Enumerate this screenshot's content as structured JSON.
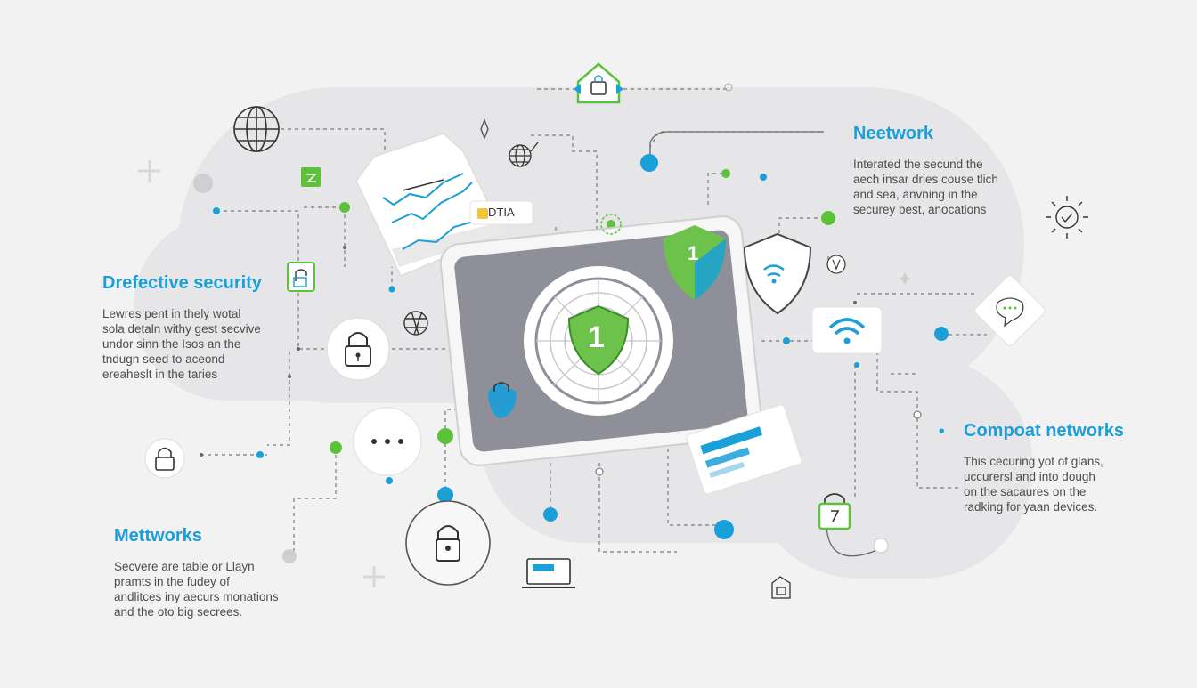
{
  "colors": {
    "background": "#f2f2f3",
    "cloud": "#e6e6e8",
    "accent_blue": "#1a9fd8",
    "accent_green": "#5cc23a",
    "line": "#7a7a7a",
    "tablet_screen": "#8e8f98"
  },
  "blocks": {
    "directive": {
      "title": "Drefective security",
      "lines": [
        "Lewres pent in thely wotal",
        "sola detaln withy gest secvive",
        "undor sinn the Isos an the",
        "tndugn seed to aceond",
        "ereaheslt in the taries"
      ]
    },
    "metworks": {
      "title": "Mettworks",
      "lines": [
        "Secvere are table or Llayn",
        "pramts in the fudey of",
        "andlitces iny aecurs monations",
        "and the oto big secrees."
      ]
    },
    "network": {
      "title": "Neetwork",
      "lines": [
        "Interated the secund the",
        "aech insar dries couse tlich",
        "and sea, anvning in the",
        "securey best, anocations"
      ]
    },
    "compoat": {
      "title": "Compoat networks",
      "lines": [
        "This cecuring yot of glans,",
        "uccurersl and into dough",
        "on the sacaures on the",
        "radking for yaan devices."
      ]
    }
  },
  "chart_card": {
    "tag": "DTIA"
  },
  "tablet": {
    "shield_number": "1"
  },
  "top_shield": {
    "number": "1"
  },
  "icons": [
    "globe-icon",
    "home-lock-icon",
    "network-globe-icon",
    "sparkle-icon",
    "document-chart-icon",
    "phone-lock-icon",
    "padlock-icon",
    "hash-globe-icon",
    "chat-dots-icon",
    "location-pin-icon",
    "laptop-icon",
    "tablet-icon",
    "shield-wifi-icon",
    "wifi-icon",
    "sun-icon",
    "chat-bubble-icon",
    "monitor-icon",
    "green-lock-icon",
    "house-lock-icon",
    "gear-icon"
  ]
}
